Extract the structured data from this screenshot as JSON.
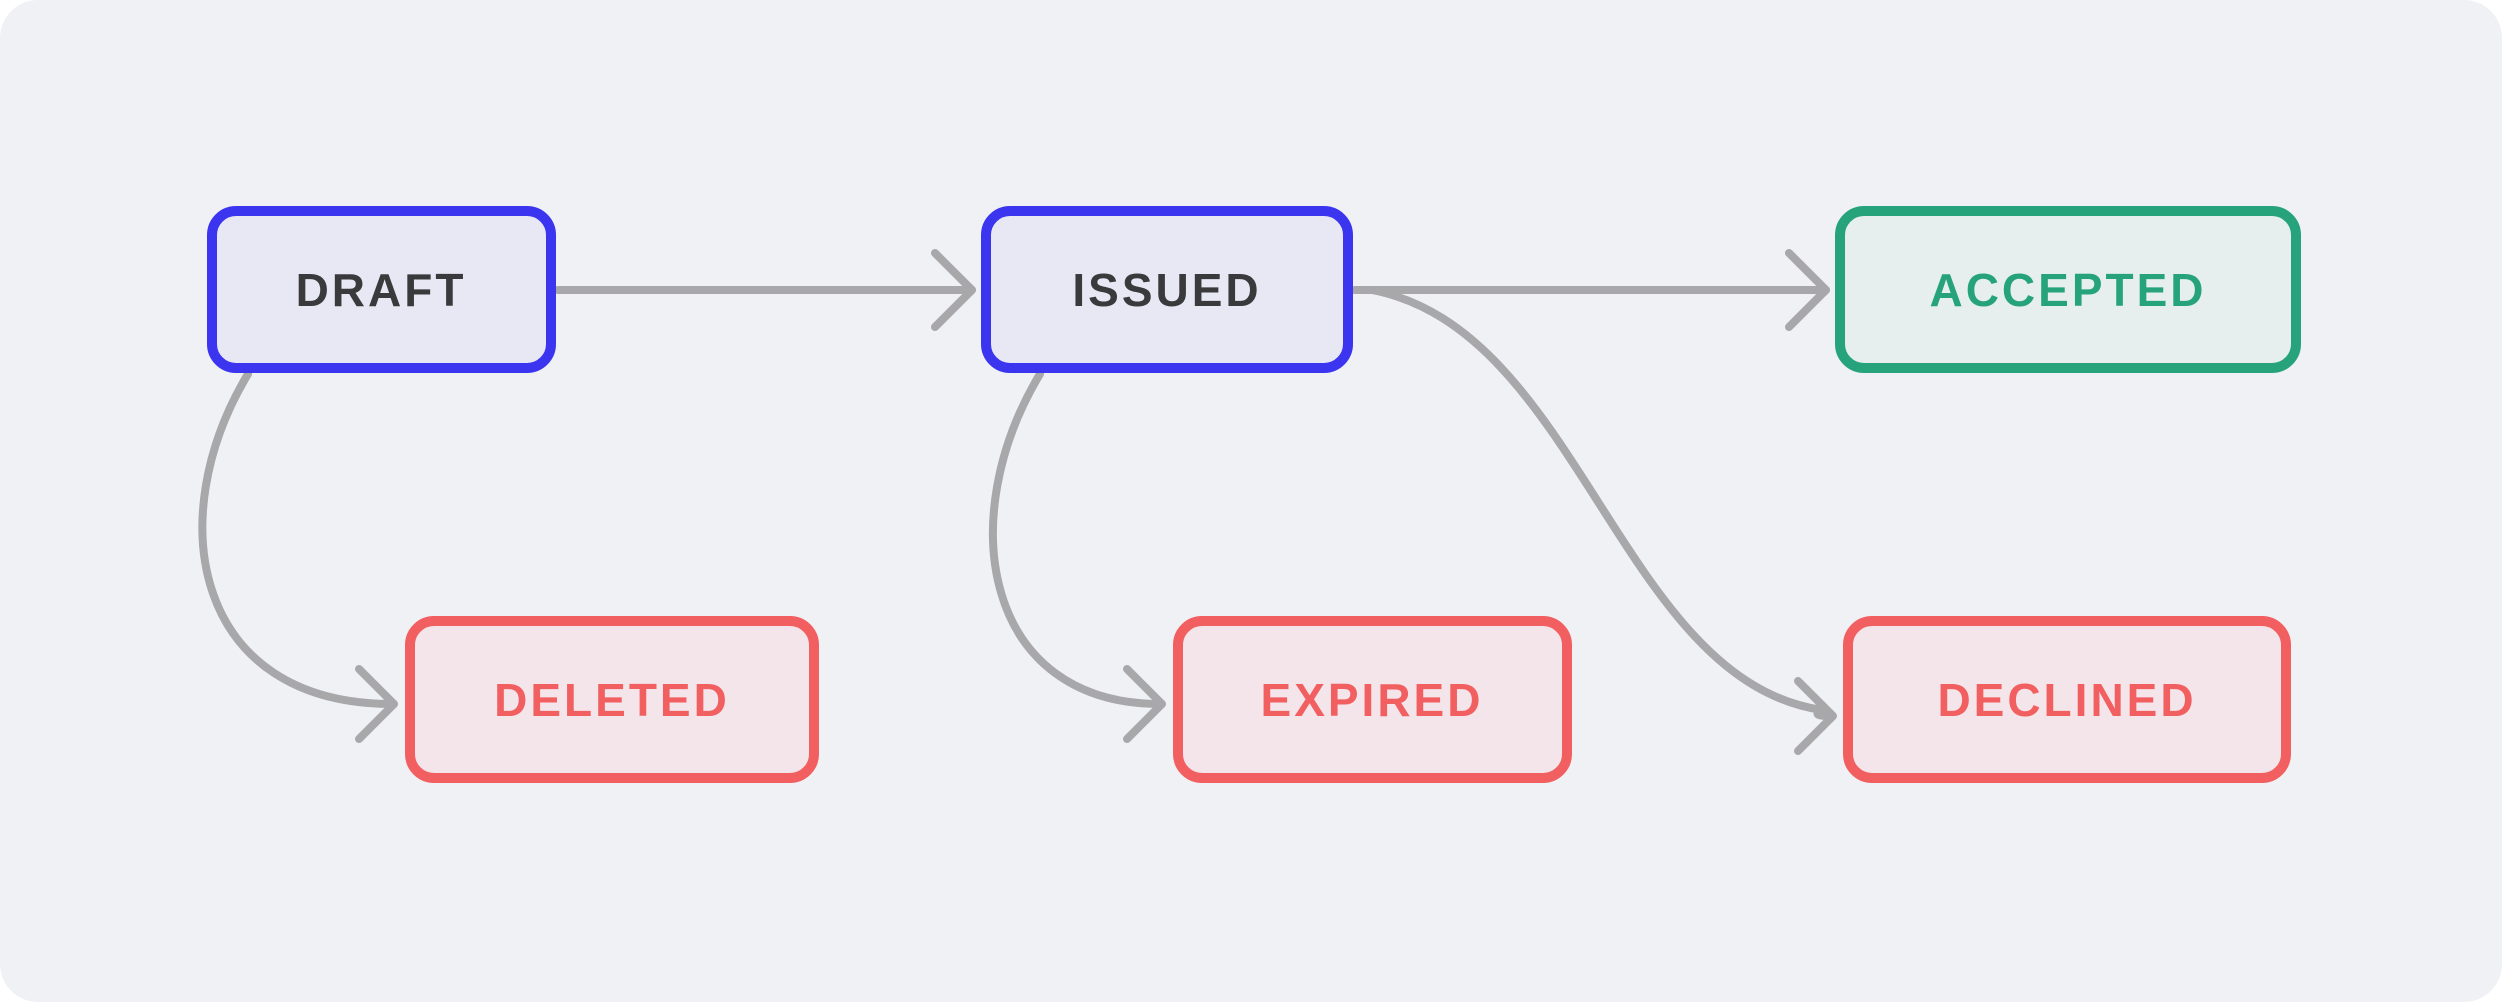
{
  "colors": {
    "background": "#f0f1f5",
    "primary_stroke": "#3b35f0",
    "primary_fill": "#e8e8f5",
    "primary_text": "#3a3a3d",
    "success_stroke": "#27a37b",
    "success_fill": "#e6efee",
    "success_text": "#27a37b",
    "danger_stroke": "#f25f61",
    "danger_fill": "#f3e5ea",
    "danger_text": "#f25f61",
    "edge": "#a8a8aa"
  },
  "states": {
    "draft": "DRAFT",
    "issued": "ISSUED",
    "accepted": "ACCEPTED",
    "deleted": "DELETED",
    "expired": "EXPIRED",
    "declined": "DECLINED"
  },
  "transitions": [
    {
      "from": "DRAFT",
      "to": "ISSUED"
    },
    {
      "from": "ISSUED",
      "to": "ACCEPTED"
    },
    {
      "from": "DRAFT",
      "to": "DELETED"
    },
    {
      "from": "ISSUED",
      "to": "EXPIRED"
    },
    {
      "from": "ISSUED",
      "to": "DECLINED"
    }
  ]
}
